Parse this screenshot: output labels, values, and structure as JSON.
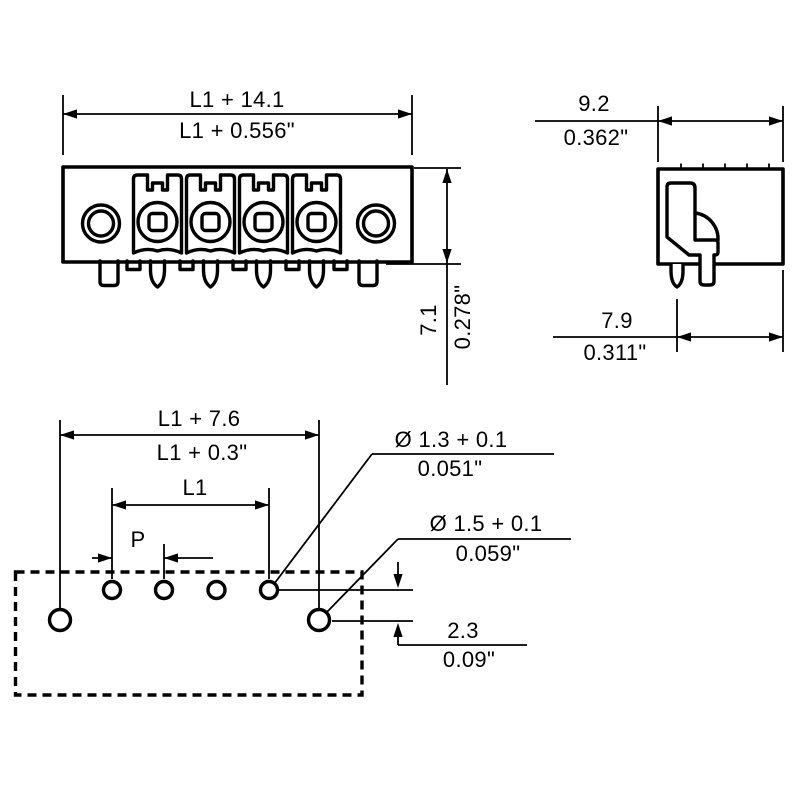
{
  "drawing": {
    "front_view": {
      "width_mm": "L1 + 14.1",
      "width_in": "L1 + 0.556\"",
      "height_mm": "7.1",
      "height_in": "0.278\""
    },
    "side_view": {
      "depth_mm": "9.2",
      "depth_in": "0.362\"",
      "pin_to_face_mm": "7.9",
      "pin_to_face_in": "0.311\""
    },
    "drill_plan": {
      "overall_mm": "L1 + 7.6",
      "overall_in": "L1 + 0.3\"",
      "inner_span": "L1",
      "pitch": "P",
      "small_hole_dia_mm": "Ø 1.3 + 0.1",
      "small_hole_dia_in": "0.051\"",
      "large_hole_dia_mm": "Ø 1.5 + 0.1",
      "large_hole_dia_in": "0.059\"",
      "row_offset_mm": "2.3",
      "row_offset_in": "0.09\""
    },
    "colors": {
      "line": "#000000",
      "background": "#ffffff"
    }
  }
}
